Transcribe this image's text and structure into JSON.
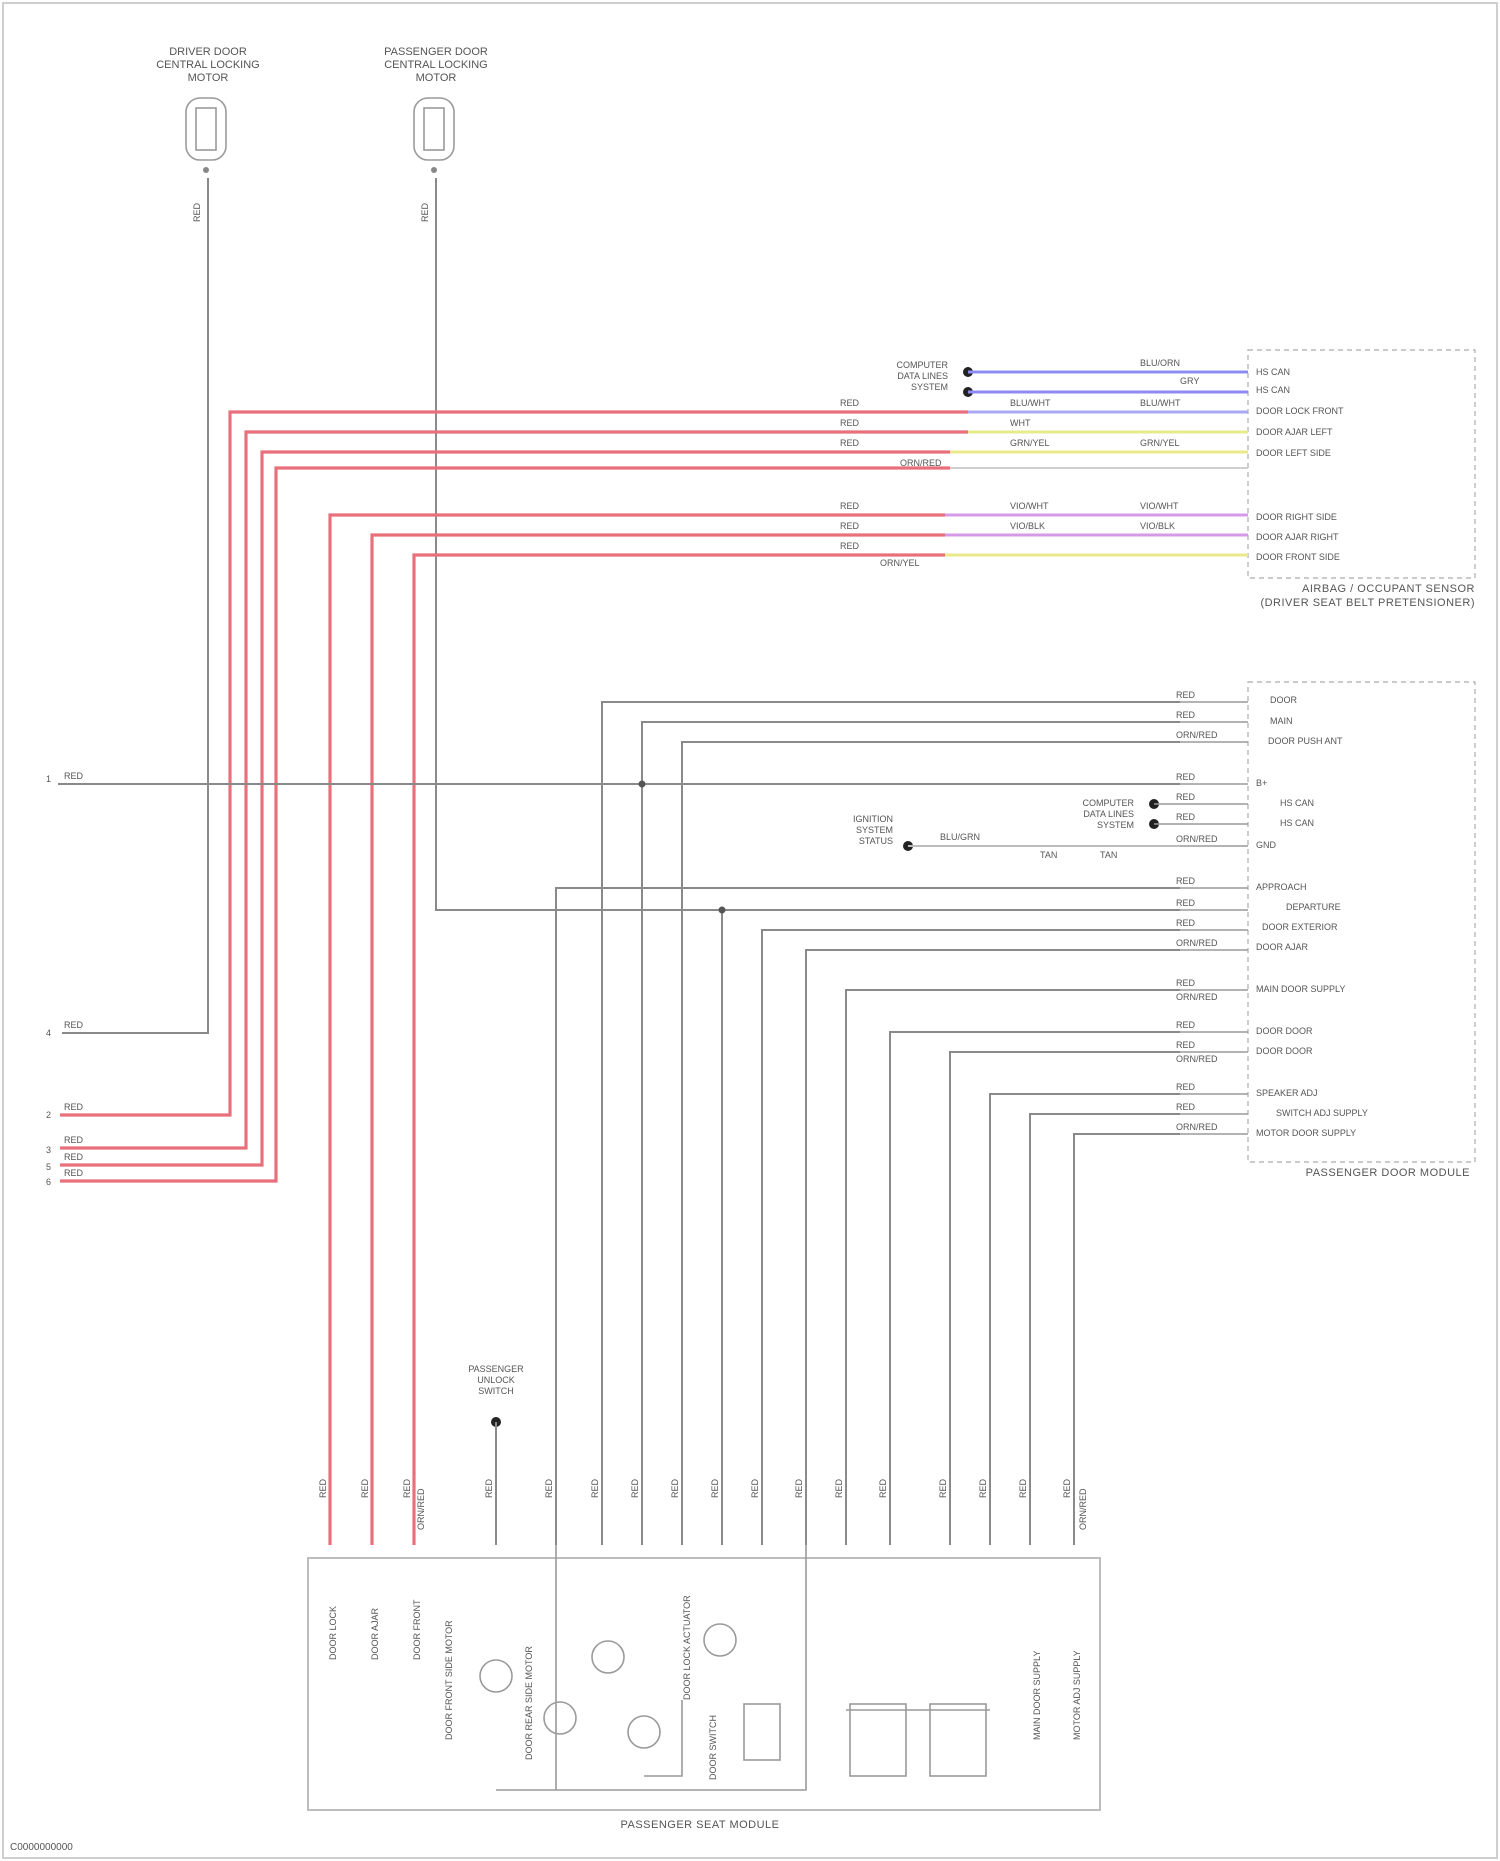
{
  "diagram": {
    "title": "",
    "components": {
      "driver_door_lock_motor": "DRIVER DOOR\nCENTRAL LOCKING\nMOTOR",
      "passenger_door_lock_motor": "PASSENGER DOOR\nCENTRAL LOCKING\nMOTOR",
      "airbag_module": "AIRBAG / OCCUPANT SENSOR\n(DRIVER SEAT BELT PRETENSIONER)",
      "passenger_seat_module": "PASSENGER SEAT MODULE",
      "passenger_door_module": "PASSENGER DOOR MODULE",
      "computer_data_lines_1": "COMPUTER\nDATA LINES\nSYSTEM",
      "computer_data_lines_2": "COMPUTER\nDATA LINES\nSYSTEM",
      "ignition_system": "IGNITION\nSYSTEM\nSTATUS",
      "passenger_unlock_switch": "PASSENGER\nUNLOCK\nSWITCH"
    },
    "wire_colors": {
      "red": "#e8707a",
      "gray": "#8a8a8a",
      "blue": "#8c8cf0",
      "violet": "#d49ae8",
      "yellow": "#eaea8a",
      "frame": "#bdbdbd"
    },
    "module_a_pins": [
      "HS CAN",
      "HS CAN",
      "DOOR LOCK FRONT",
      "DOOR AJAR LEFT",
      "DOOR LEFT SIDE",
      "DOOR RIGHT SIDE",
      "DOOR AJAR RIGHT",
      "DOOR FRONT SIDE"
    ],
    "module_b_pins": [
      "DOOR",
      "MAIN",
      "DOOR PUSH ANT",
      "B+",
      "HS CAN",
      "HS CAN",
      "GND",
      "APPROACH",
      "DEPARTURE",
      "DOOR EXTERIOR",
      "DOOR AJAR",
      "MAIN DOOR SUPPLY",
      "DOOR DOOR",
      "DOOR DOOR",
      "SPEAKER ADJ",
      "SWITCH ADJ SUPPLY",
      "MOTOR DOOR SUPPLY"
    ],
    "left_terminals": [
      "RED",
      "RED",
      "RED",
      "RED",
      "RED"
    ],
    "bottom_wire_labels": [
      "RED",
      "RED",
      "RED",
      "RED",
      "RED",
      "RED",
      "RED",
      "RED",
      "RED",
      "RED",
      "RED",
      "RED",
      "RED",
      "RED",
      "RED",
      "RED",
      "RED",
      "RED"
    ],
    "footer_code": "C0000000000"
  }
}
